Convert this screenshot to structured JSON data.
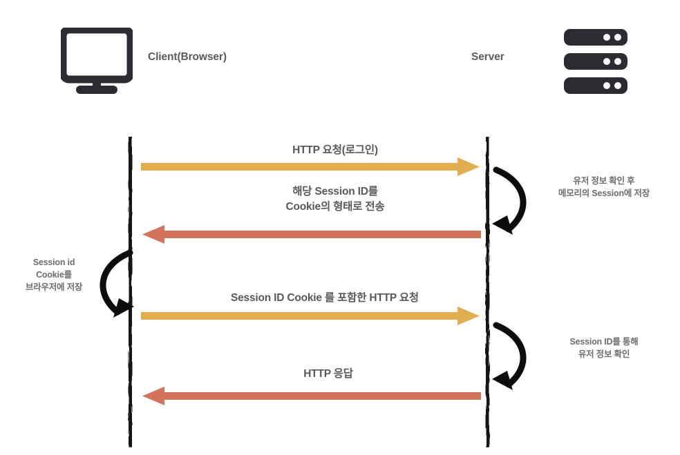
{
  "diagram": {
    "title": "Session-Cookie authentication sequence diagram",
    "colors": {
      "request_arrow": "#e0ae4e",
      "response_arrow": "#d2745c",
      "lifeline": "#1c1c1f",
      "icon": "#2b2b31",
      "actor_text": "#5a5a5f",
      "label_text": "#58585c",
      "note_text": "#6d6d70",
      "background": "#ffffff"
    }
  },
  "actors": {
    "client": {
      "label": "Client(Browser)",
      "icon": "monitor-icon"
    },
    "server": {
      "label": "Server",
      "icon": "server-rack-icon"
    }
  },
  "messages": [
    {
      "id": "http-request-login",
      "label": "HTTP 요청(로그인)",
      "direction": "client-to-server",
      "color": "#e0ae4e"
    },
    {
      "id": "session-id-cookie-response",
      "label": "해당 Session ID를\nCookie의 형태로 전송",
      "direction": "server-to-client",
      "color": "#d2745c"
    },
    {
      "id": "http-request-with-cookie",
      "label": "Session ID Cookie 를 포함한 HTTP 요청",
      "direction": "client-to-server",
      "color": "#e0ae4e"
    },
    {
      "id": "http-response",
      "label": "HTTP 응답",
      "direction": "server-to-client",
      "color": "#d2745c"
    }
  ],
  "notes": [
    {
      "id": "server-store-session",
      "text": "유저 정보 확인 후\n메모리의 Session에 저장",
      "side": "right"
    },
    {
      "id": "client-store-cookie",
      "text": "Session id\nCookie를\n브라우저에 저장",
      "side": "left"
    },
    {
      "id": "server-verify-session",
      "text": "Session ID를 통해\n유저 정보 확인",
      "side": "right"
    }
  ]
}
